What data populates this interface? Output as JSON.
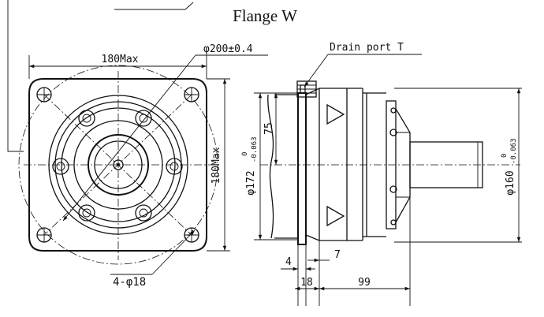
{
  "drawing": {
    "title": "Flange W",
    "front_view": {
      "width_dim": "180Max",
      "height_dim": "180Max",
      "bolt_circle_dim": "φ200±0.4",
      "hole_dim": "4-φ18"
    },
    "side_view": {
      "drain_port": "Drain port T",
      "pilot_dim": "φ172",
      "pilot_tol_upper": "0",
      "pilot_tol_lower": "-0.063",
      "pilot_height": "75",
      "shaft_dim": "φ160",
      "shaft_tol_upper": "0",
      "shaft_tol_lower": "-0.063",
      "dim_4": "4",
      "dim_7": "7",
      "dim_18": "18",
      "dim_99": "99"
    }
  }
}
